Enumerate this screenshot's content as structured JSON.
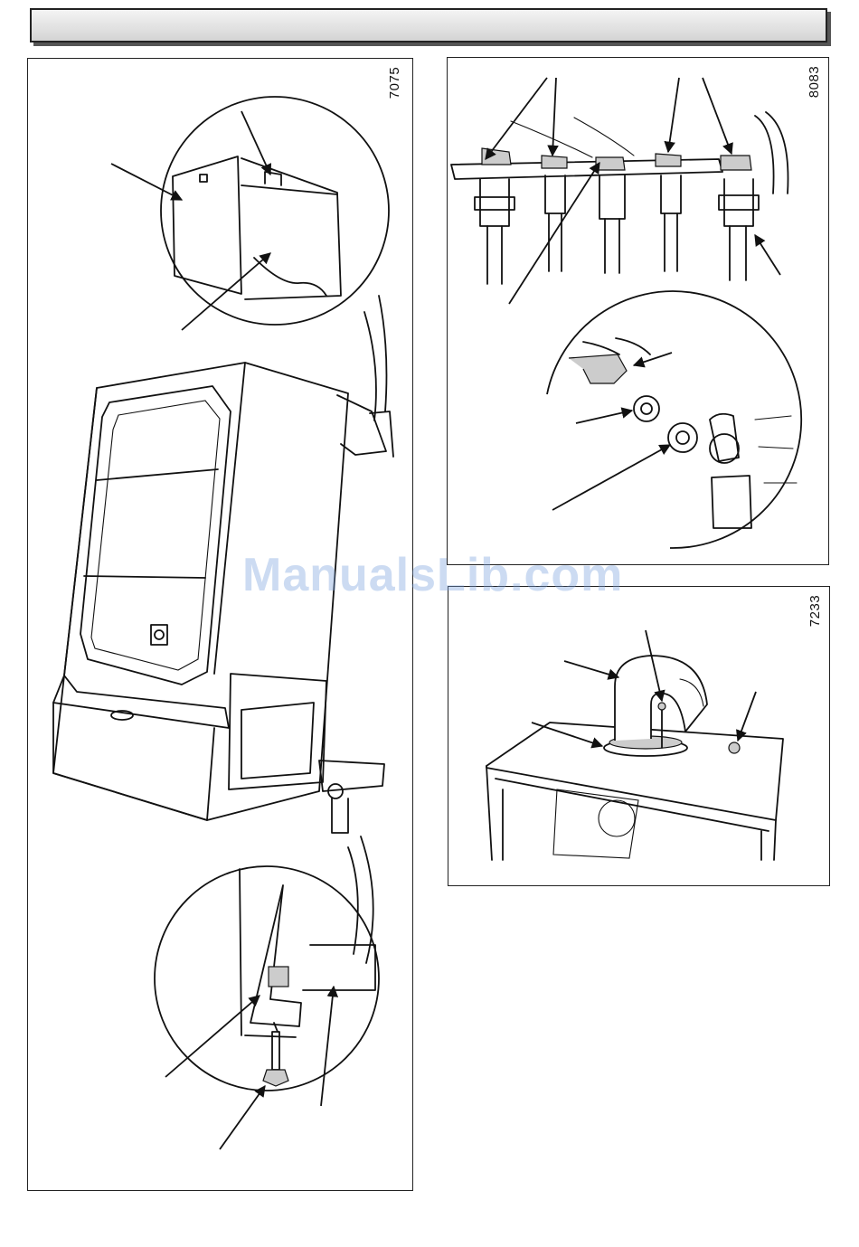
{
  "figures": [
    {
      "id": "fig-left",
      "number": "7075"
    },
    {
      "id": "fig-top-right",
      "number": "8083"
    },
    {
      "id": "fig-bottom-right",
      "number": "7233"
    }
  ],
  "watermark": "ManualsLib.com"
}
